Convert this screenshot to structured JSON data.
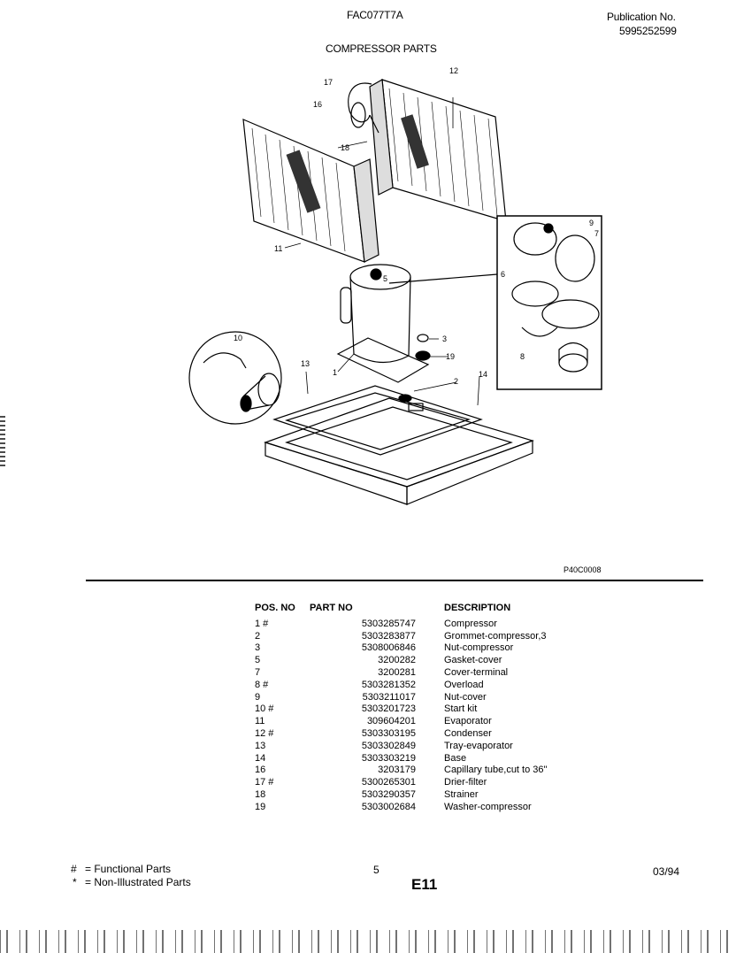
{
  "header": {
    "model": "FAC077T7A",
    "publication_label": "Publication No.",
    "publication_number": "5995252599",
    "section_title": "COMPRESSOR PARTS"
  },
  "diagram": {
    "callouts": [
      "17",
      "16",
      "12",
      "18",
      "11",
      "9",
      "7",
      "6",
      "5",
      "8",
      "3",
      "19",
      "10",
      "13",
      "1",
      "2",
      "14"
    ],
    "code": "P40C0008"
  },
  "parts_table": {
    "headers": {
      "pos": "POS. NO",
      "part": "PART NO",
      "desc": "DESCRIPTION"
    },
    "rows": [
      {
        "pos": "1 #",
        "part": "5303285747",
        "desc": "Compressor"
      },
      {
        "pos": "2",
        "part": "5303283877",
        "desc": "Grommet-compressor,3"
      },
      {
        "pos": "3",
        "part": "5308006846",
        "desc": "Nut-compressor"
      },
      {
        "pos": "5",
        "part": "3200282",
        "desc": "Gasket-cover"
      },
      {
        "pos": "7",
        "part": "3200281",
        "desc": "Cover-terminal"
      },
      {
        "pos": "8 #",
        "part": "5303281352",
        "desc": "Overload"
      },
      {
        "pos": "9",
        "part": "5303211017",
        "desc": "Nut-cover"
      },
      {
        "pos": "10 #",
        "part": "5303201723",
        "desc": "Start kit"
      },
      {
        "pos": "11",
        "part": "309604201",
        "desc": "Evaporator"
      },
      {
        "pos": "12 #",
        "part": "5303303195",
        "desc": "Condenser"
      },
      {
        "pos": "13",
        "part": "5303302849",
        "desc": "Tray-evaporator"
      },
      {
        "pos": "14",
        "part": "5303303219",
        "desc": "Base"
      },
      {
        "pos": "16",
        "part": "3203179",
        "desc": "Capillary tube,cut to 36\""
      },
      {
        "pos": "17 #",
        "part": "5300265301",
        "desc": "Drier-filter"
      },
      {
        "pos": "18",
        "part": "5303290357",
        "desc": "Strainer"
      },
      {
        "pos": "19",
        "part": "5303002684",
        "desc": "Washer-compressor"
      }
    ]
  },
  "footer": {
    "legend_functional_symbol": "#",
    "legend_functional": "= Functional Parts",
    "legend_nonillustrated_symbol": "*",
    "legend_nonillustrated": "= Non-Illustrated Parts",
    "page_number": "5",
    "page_code": "E11",
    "date": "03/94"
  }
}
